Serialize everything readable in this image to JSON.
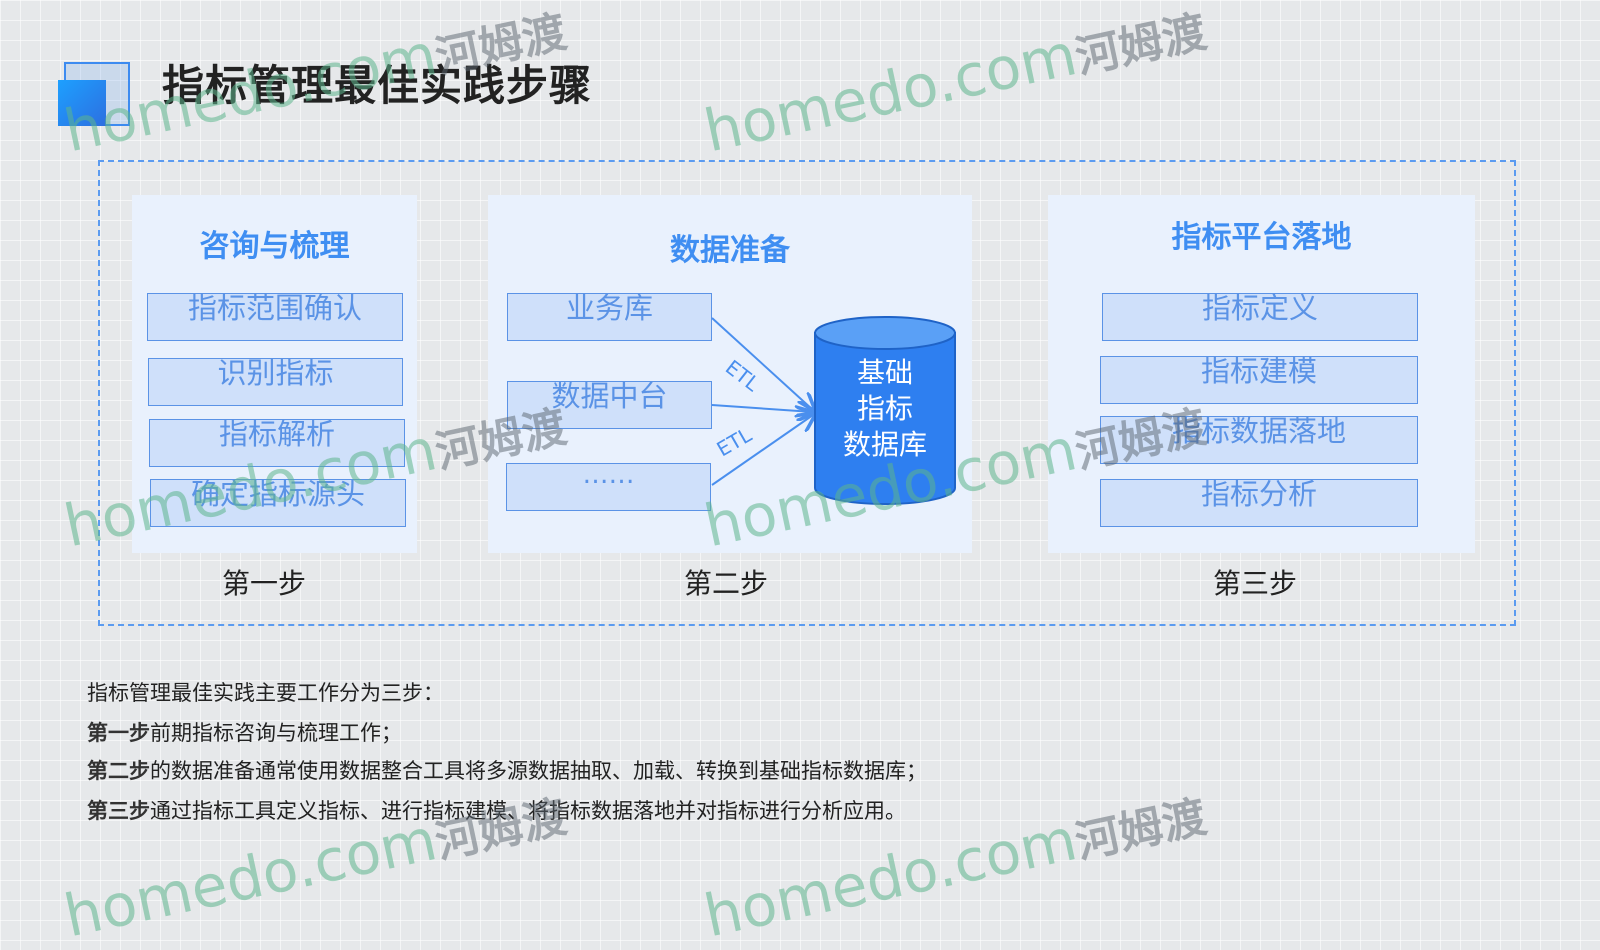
{
  "title": "指标管理最佳实践步骤",
  "steps": [
    {
      "title": "咨询与梳理",
      "items": [
        "指标范围确认",
        "识别指标",
        "指标解析",
        "确定指标源头"
      ],
      "label": "第一步"
    },
    {
      "title": "数据准备",
      "sources": [
        "业务库",
        "数据中台",
        "……"
      ],
      "etl_labels": [
        "ETL",
        "ETL"
      ],
      "database": [
        "基础",
        "指标",
        "数据库"
      ],
      "label": "第二步"
    },
    {
      "title": "指标平台落地",
      "items": [
        "指标定义",
        "指标建模",
        "指标数据落地",
        "指标分析"
      ],
      "label": "第三步"
    }
  ],
  "description": {
    "intro": "指标管理最佳实践主要工作分为三步：",
    "lines": [
      {
        "bold": "第一步",
        "text": "前期指标咨询与梳理工作；"
      },
      {
        "bold": "第二步",
        "text": "的数据准备通常使用数据整合工具将多源数据抽取、加载、转换到基础指标数据库；"
      },
      {
        "bold": "第三步",
        "text": "通过指标工具定义指标、进行指标建模、将指标数据落地并对指标进行分析应用。"
      }
    ]
  },
  "watermark": {
    "brand": "homedo.com",
    "cn": "河姆渡"
  },
  "colors": {
    "accent": "#3f8ef2",
    "panel": "#e9f1fd",
    "box": "#cfe0fa",
    "database": "#2e7ff0"
  }
}
